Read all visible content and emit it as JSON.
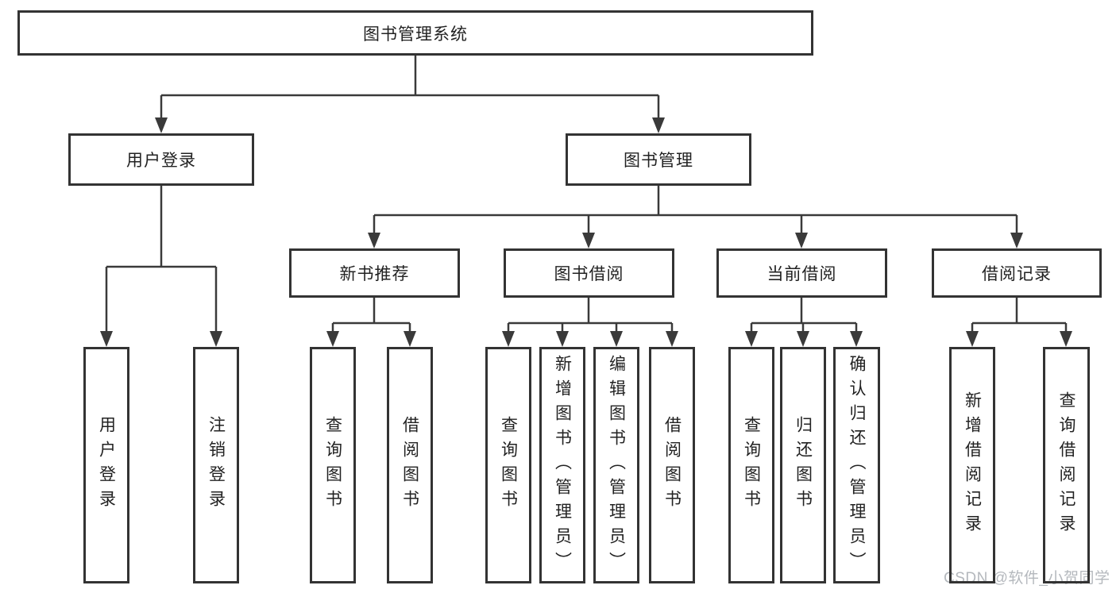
{
  "diagram": {
    "title": "图书管理系统",
    "level2": [
      "用户登录",
      "图书管理"
    ],
    "level3": [
      "新书推荐",
      "图书借阅",
      "当前借阅",
      "借阅记录"
    ],
    "leaves": {
      "user_login": [
        "用户登录",
        "注销登录"
      ],
      "new_book_recommend": [
        "查询图书",
        "借阅图书"
      ],
      "book_borrow": [
        "查询图书",
        "新增图书（管理员）",
        "编辑图书（管理员）",
        "借阅图书"
      ],
      "current_borrow": [
        "查询图书",
        "归还图书",
        "确认归还（管理员）"
      ],
      "borrow_record": [
        "新增借阅记录",
        "查询借阅记录"
      ]
    }
  },
  "watermark": "CSDN @软件_小贺同学",
  "colors": {
    "line": "#3a3a3a",
    "border": "#333333",
    "text": "#222222",
    "watermark": "#b4b8bd",
    "background": "#ffffff"
  }
}
